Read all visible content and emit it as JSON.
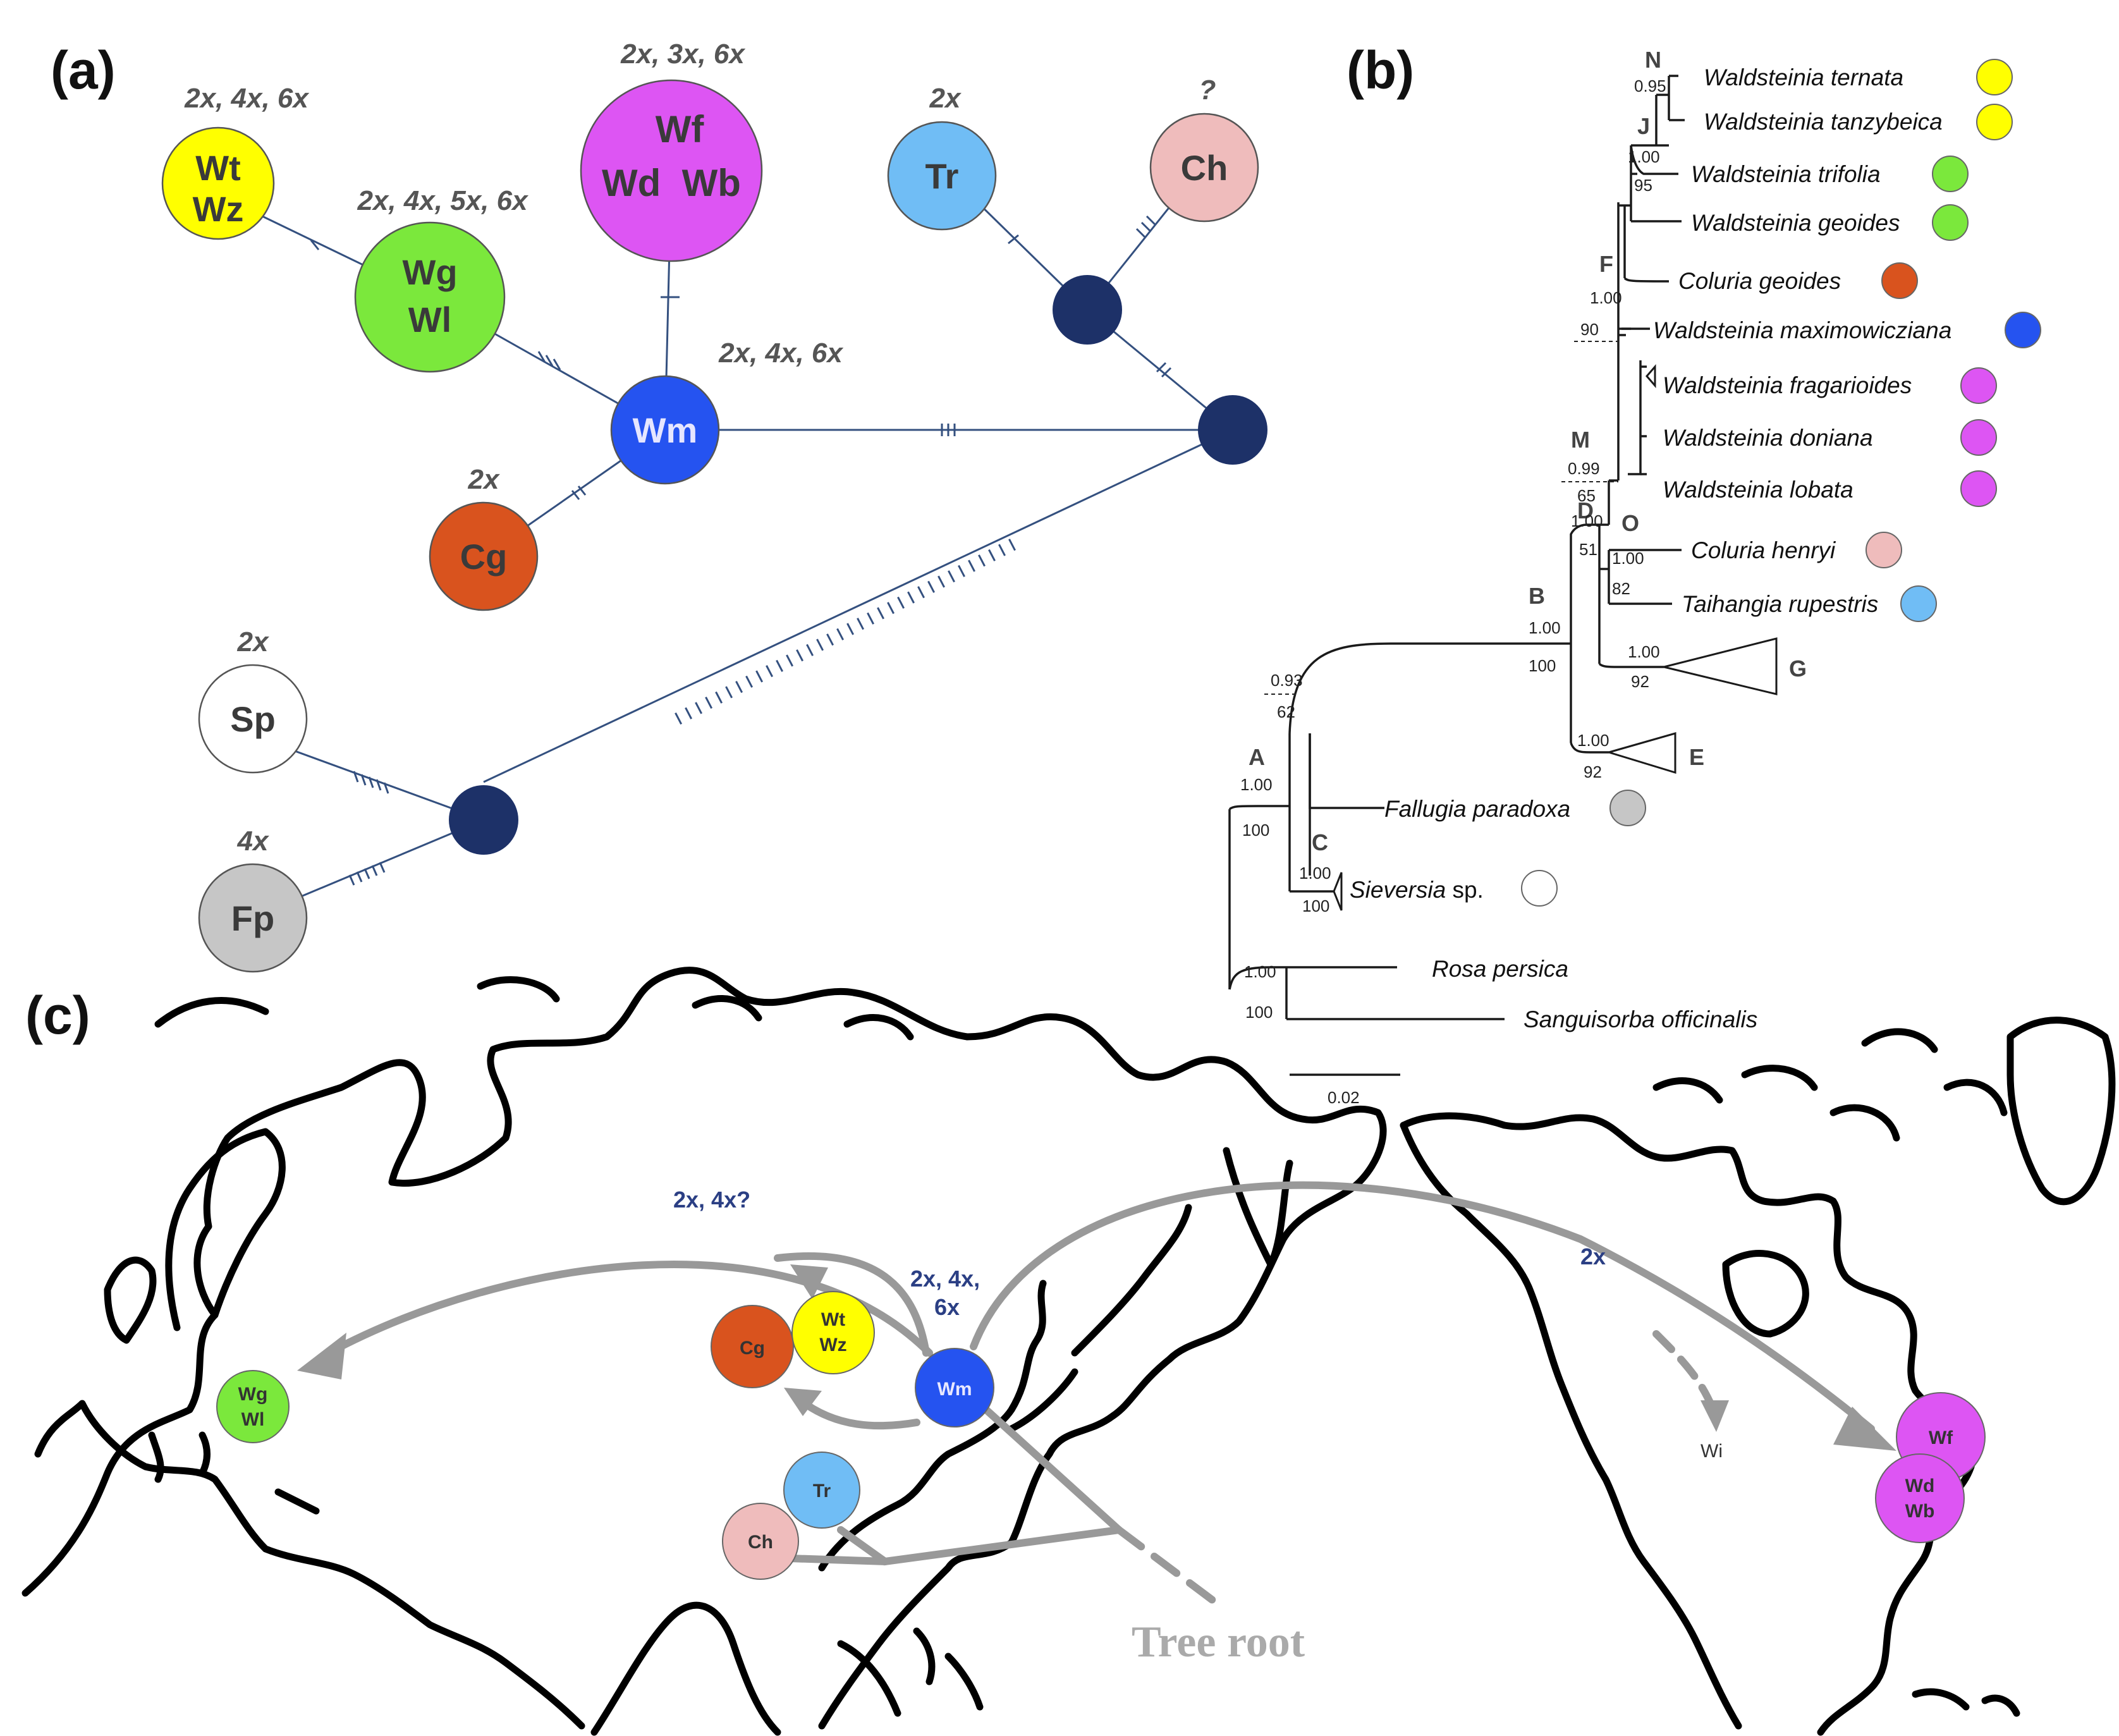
{
  "panel_a": {
    "label": "(a)",
    "nodes": [
      {
        "id": "wt",
        "line1": "Wt",
        "line2": "Wz",
        "ploidy": "2x, 4x, 6x",
        "color": "#ffff00"
      },
      {
        "id": "wg",
        "line1": "Wg",
        "line2": "Wl",
        "ploidy": "2x, 4x, 5x, 6x",
        "color": "#7be83c"
      },
      {
        "id": "wf",
        "line1": "Wf",
        "line2": "Wd  Wb",
        "ploidy": "2x, 3x, 6x",
        "color": "#dd55f3"
      },
      {
        "id": "wm",
        "line1": "Wm",
        "ploidy": "2x, 4x, 6x",
        "color": "#2553f0"
      },
      {
        "id": "cg",
        "line1": "Cg",
        "ploidy": "2x",
        "color": "#d9531e"
      },
      {
        "id": "tr",
        "line1": "Tr",
        "ploidy": "2x",
        "color": "#70bdf5"
      },
      {
        "id": "ch",
        "line1": "Ch",
        "ploidy": "?",
        "color": "#efbcbc"
      },
      {
        "id": "sp",
        "line1": "Sp",
        "ploidy": "2x",
        "color": "#ffffff"
      },
      {
        "id": "fp",
        "line1": "Fp",
        "ploidy": "4x",
        "color": "#c6c6c6"
      }
    ],
    "median_vector_color": "#1d3168"
  },
  "panel_b": {
    "label": "(b)",
    "taxa": [
      {
        "name": "Waldsteinia ternata",
        "color": "#ffff00"
      },
      {
        "name": "Waldsteinia tanzybeica",
        "color": "#ffff00"
      },
      {
        "name": "Waldsteinia trifolia",
        "color": "#7be83c"
      },
      {
        "name": "Waldsteinia geoides",
        "color": "#7be83c"
      },
      {
        "name": "Coluria geoides",
        "color": "#d9531e"
      },
      {
        "name": "Waldsteinia maximowicziana",
        "color": "#2553f0"
      },
      {
        "name": "Waldsteinia fragarioides",
        "color": "#dd55f3"
      },
      {
        "name": "Waldsteinia doniana",
        "color": "#dd55f3"
      },
      {
        "name": "Waldsteinia lobata",
        "color": "#dd55f3"
      },
      {
        "name": "Coluria henryi",
        "color": "#efbcbc"
      },
      {
        "name": "Taihangia rupestris",
        "color": "#70bdf5"
      },
      {
        "name": "Fallugia paradoxa",
        "color": "#c6c6c6"
      },
      {
        "name_italic": "Sieversia",
        "name_rest": " sp.",
        "color": "#ffffff"
      },
      {
        "name": "Rosa persica"
      },
      {
        "name": "Sanguisorba officinalis"
      }
    ],
    "clades": {
      "N": "N",
      "J": "J",
      "F": "F",
      "M": "M",
      "D": "D",
      "O": "O",
      "B": "B",
      "A": "A",
      "C": "C",
      "G": "G",
      "E": "E"
    },
    "supports": {
      "n_pp": "0.95",
      "j_pp": "1.00",
      "j_bs": "95",
      "f_pp": "1.00",
      "f_bs": "90",
      "m_pp": "0.99",
      "m_bs": "65",
      "d_pp": "1.00",
      "d_bs": "51",
      "o_pp": "1.00",
      "o_bs": "82",
      "b_pp": "1.00",
      "b_bs": "100",
      "g_pp": "1.00",
      "g_bs": "92",
      "e_pp": "1.00",
      "e_bs": "92",
      "x_pp": "0.93",
      "x_bs": "62",
      "a_pp": "1.00",
      "a_bs": "100",
      "c_pp": "1.00",
      "c_bs": "100",
      "r_pp": "1.00",
      "r_bs": "100"
    },
    "scale": "0.02"
  },
  "panel_c": {
    "label": "(c)",
    "nodes": [
      {
        "id": "wg",
        "line1": "Wg",
        "line2": "Wl",
        "color": "#7be83c"
      },
      {
        "id": "cg",
        "line1": "Cg",
        "color": "#d9531e"
      },
      {
        "id": "wt",
        "line1": "Wt",
        "line2": "Wz",
        "color": "#ffff00"
      },
      {
        "id": "wm",
        "line1": "Wm",
        "color": "#2553f0"
      },
      {
        "id": "tr",
        "line1": "Tr",
        "color": "#70bdf5"
      },
      {
        "id": "ch",
        "line1": "Ch",
        "color": "#efbcbc"
      },
      {
        "id": "wf",
        "line1": "Wf",
        "color": "#dd55f3"
      },
      {
        "id": "wd",
        "line1": "Wd",
        "line2": "Wb",
        "color": "#dd55f3"
      }
    ],
    "ploidy_europe": "2x, 4x?",
    "ploidy_wm_1": "2x, 4x,",
    "ploidy_wm_2": "6x",
    "ploidy_america": "2x",
    "wi_label": "Wi",
    "tree_root": "Tree root"
  }
}
